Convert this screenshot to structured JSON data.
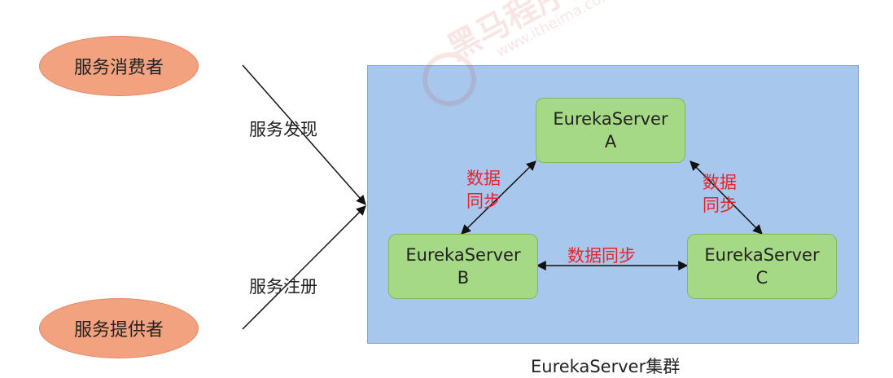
{
  "nodes": {
    "consumer": "服务消费者",
    "provider": "服务提供者",
    "server_a": {
      "line1": "EurekaServer",
      "line2": "A"
    },
    "server_b": {
      "line1": "EurekaServer",
      "line2": "B"
    },
    "server_c": {
      "line1": "EurekaServer",
      "line2": "C"
    }
  },
  "edge_labels": {
    "discovery": "服务发现",
    "registration": "服务注册",
    "sync_ab": {
      "line1": "数据",
      "line2": "同步"
    },
    "sync_ac": {
      "line1": "数据",
      "line2": "同步"
    },
    "sync_bc": "数据同步"
  },
  "cluster_caption": "EurekaServer集群",
  "watermark": {
    "main": "黑马程序员",
    "sub": "www.itheima.com"
  },
  "colors": {
    "cluster_fill": "#a8c7ec",
    "server_fill": "#a6d986",
    "client_fill": "#f2a27e",
    "sync_text": "#e8242b"
  }
}
